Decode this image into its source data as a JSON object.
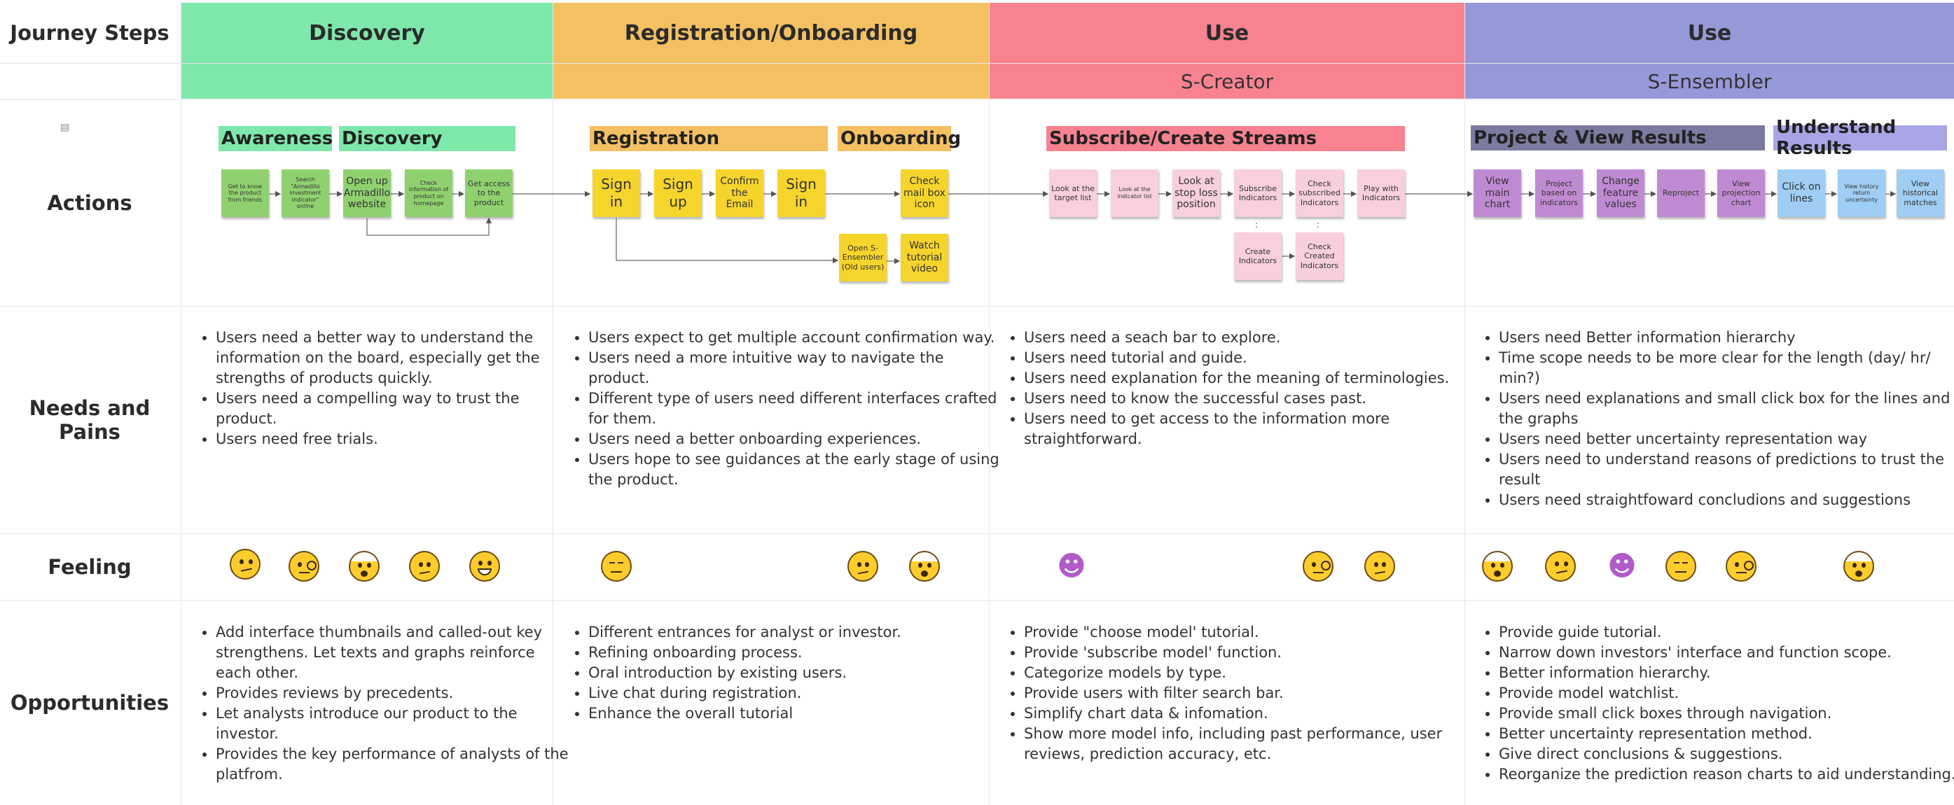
{
  "rows": {
    "journey": "Journey Steps",
    "actions": "Actions",
    "needs": "Needs and Pains",
    "feeling": "Feeling",
    "opportunities": "Opportunities"
  },
  "colors": {
    "discovery": "#7ee8ab",
    "registration": "#f4c062",
    "use_creator": "#f88290",
    "use_ensembler": "#9699d8",
    "sticky_green": "#8fd16f",
    "sticky_yellow": "#f5d42c",
    "sticky_pink": "#f9cfdc",
    "sticky_purple": "#c08ad3",
    "sticky_blue": "#9fcdf3",
    "phase_dark": "#7c7aa0",
    "phase_light": "#a8a5e6"
  },
  "stages": [
    {
      "title": "Discovery",
      "subtitle": ""
    },
    {
      "title": "Registration/Onboarding",
      "subtitle": ""
    },
    {
      "title": "Use",
      "subtitle": "S-Creator"
    },
    {
      "title": "Use",
      "subtitle": "S-Ensembler"
    }
  ],
  "phases": {
    "awareness": "Awareness",
    "discovery": "Discovery",
    "registration": "Registration",
    "onboarding": "Onboarding",
    "subscribe": "Subscribe/Create Streams",
    "project": "Project & View Results",
    "understand": "Understand Results"
  },
  "stickies": {
    "d1": "Get to know the product from friends",
    "d2": "Search \"Armadillo investment indicator\" online",
    "d3": "Open up Armadillo website",
    "d4": "Check information of product on homepage",
    "d5": "Get access to the product",
    "r1": "Sign in",
    "r2": "Sign up",
    "r3": "Confirm the Email",
    "r4": "Sign in",
    "r5": "Check mail box icon",
    "r6": "Open S-Ensembler (Old users)",
    "r7": "Watch tutorial video",
    "c1": "Look at the target list",
    "c2": "Look at the indicator list",
    "c3": "Look at stop loss position",
    "c4": "Subscribe Indicators",
    "c5": "Check subscribed Indicators",
    "c6": "Play with Indicators",
    "c7": "Create Indicators",
    "c8": "Check Created Indicators",
    "e1": "View main chart",
    "e2": "Project based on indicators",
    "e3": "Change feature values",
    "e4": "Reproject",
    "e5": "View projection chart",
    "e6": "Click on lines",
    "e7": "View history return uncertainty",
    "e8": "View historical matches"
  },
  "needs": {
    "discovery": [
      "Users need a better way to understand the information on the board, especially get the strengths of products quickly.",
      "Users need a compelling way to trust the product.",
      "Users need free trials."
    ],
    "registration": [
      "Users expect to get multiple account confirmation way.",
      "Users need a more intuitive way to navigate the product.",
      "Different type of users need different interfaces crafted for them.",
      "Users need a better onboarding experiences.",
      "Users hope to see guidances at the early stage of using the product."
    ],
    "creator": [
      "Users need a seach bar to explore.",
      "Users need tutorial and guide.",
      "Users need explanation for the meaning of terminologies.",
      " Users need to know the successful cases past.",
      "Users need to get access to the information more straightforward."
    ],
    "ensembler": [
      "Users need Better information hierarchy",
      "Time scope needs to be more clear for the length (day/ hr/ min?)",
      "Users need explanations and small click box for the lines and the graphs",
      "Users need better uncertainty representation way",
      "Users need to understand reasons of predictions to trust the result",
      "Users need straightfoward concludions and suggestions"
    ]
  },
  "feelings": {
    "f1": "thinking-face-icon",
    "f2": "face-with-monocle-icon",
    "f3": "shocked-face-icon",
    "f4": "confused-face-icon",
    "f5": "grinning-face-icon",
    "f6": "expressionless-face-icon",
    "f7": "confused-face-icon",
    "f8": "shocked-face-icon",
    "f9": "shrugging-person-icon",
    "f10": "face-with-monocle-icon",
    "f11": "confused-face-icon",
    "f12": "shocked-face-icon",
    "f13": "thinking-face-icon",
    "f14": "shrugging-person-icon",
    "f15": "expressionless-face-icon",
    "f16": "face-with-monocle-icon",
    "f17": "shocked-face-icon"
  },
  "opportunities": {
    "discovery": [
      "Add interface thumbnails and called-out key strengthens. Let texts and graphs reinforce each other.",
      "Provides reviews by precedents.",
      "Let analysts introduce our product to the investor.",
      "Provides the key performance of analysts of the platfrom."
    ],
    "registration": [
      "Different entrances for analyst or investor.",
      "Refining onboarding process.",
      "Oral introduction by existing users.",
      "Live chat during registration.",
      "Enhance the overall tutorial"
    ],
    "creator": [
      "Provide \"choose model' tutorial.",
      "Provide 'subscribe model' function.",
      "Categorize models by type.",
      "Provide users with filter search bar.",
      "Simplify chart data & infomation.",
      "Show more model info, including past performance, user reviews, prediction accuracy, etc."
    ],
    "ensembler": [
      "Provide guide tutorial.",
      "Narrow down investors' interface and function scope.",
      "Better information hierarchy.",
      "Provide model watchlist.",
      "Provide small click boxes through navigation.",
      "Better uncertainty representation method.",
      "Give direct conclusions & suggestions.",
      "Reorganize the prediction reason charts to aid understanding."
    ]
  }
}
